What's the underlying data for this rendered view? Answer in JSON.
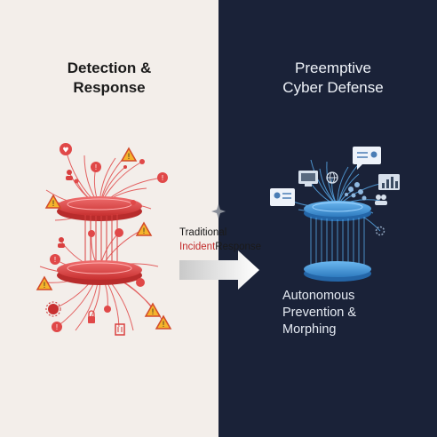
{
  "left": {
    "title_line1": "Detection &",
    "title_line2": "Response"
  },
  "right": {
    "title_line1": "Preemptive",
    "title_line2": "Cyber Defense",
    "caption_line1": "Autonomous",
    "caption_line2": "Prevention &",
    "caption_line3": "Morphing"
  },
  "arrow": {
    "label_line1": "Traditional",
    "label_incident": "Incident",
    "label_response": "Response"
  },
  "colors": {
    "left_bg": "#f3eeea",
    "right_bg": "#1a2238",
    "threat_red": "#e04848",
    "defense_blue": "#4a9de0",
    "arrow_gray": "#d9d9d9"
  }
}
